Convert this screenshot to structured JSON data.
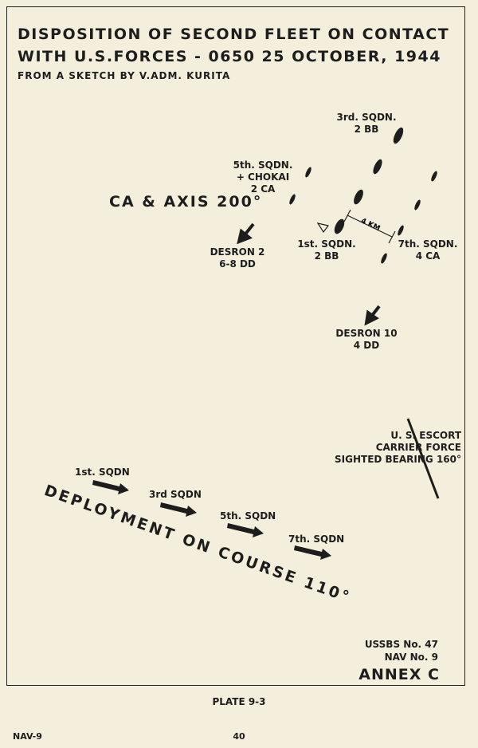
{
  "title": {
    "line1": "DISPOSITION OF SECOND FLEET ON CONTACT",
    "line2": "WITH U.S.FORCES - 0650 25 OCTOBER, 1944",
    "source": "FROM A SKETCH BY V.ADM. KURITA"
  },
  "units": {
    "sqdn3": [
      "3rd. SQDN.",
      "2 BB"
    ],
    "sqdn5": [
      "5th. SQDN.",
      "+ CHOKAI",
      "2 CA"
    ],
    "sqdn1": [
      "1st. SQDN.",
      "2 BB"
    ],
    "sqdn7": [
      "7th. SQDN.",
      "4 CA"
    ],
    "desron2": [
      "DESRON 2",
      "6-8 DD"
    ],
    "desron10": [
      "DESRON 10",
      "4 DD"
    ],
    "us_force": [
      "U. S. ESCORT",
      "CARRIER FORCE",
      "SIGHTED BEARING 160°"
    ]
  },
  "axis_label": "CA & AXIS 200°",
  "distance_label": "4 KM",
  "deployment": {
    "label": "DEPLOYMENT ON COURSE 110°",
    "squadrons": [
      "1st. SQDN",
      "3rd SQDN",
      "5th. SQDN",
      "7th. SQDN"
    ]
  },
  "refs": {
    "line1": "USSBS No. 47",
    "line2": "NAV No. 9",
    "annex": "ANNEX C"
  },
  "plate": "PLATE 9-3",
  "footer_left": "NAV-9",
  "page_number": "40",
  "colors": {
    "paper": "#f4efdc",
    "ink": "#1d1d1d"
  }
}
